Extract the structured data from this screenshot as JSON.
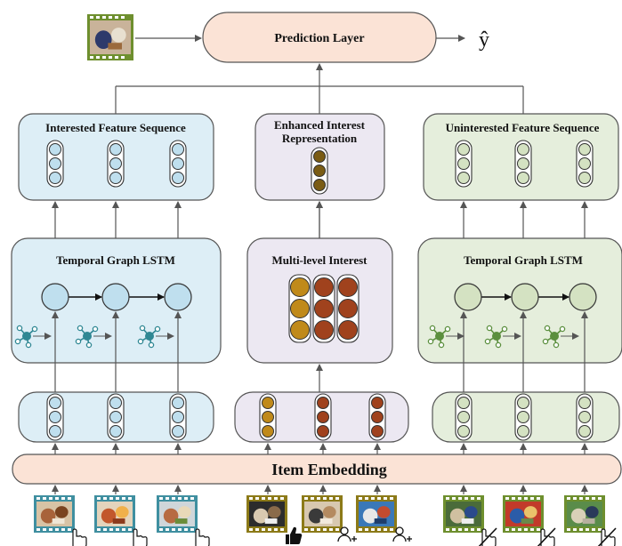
{
  "prediction_layer": {
    "label": "Prediction Layer",
    "output_symbol": "ŷ"
  },
  "interested_sequence": {
    "label": "Interested Feature Sequence"
  },
  "enhanced_interest": {
    "line1": "Enhanced Interest",
    "line2": "Representation"
  },
  "uninterested_sequence": {
    "label": "Uninterested Feature Sequence"
  },
  "left_lstm": {
    "label": "Temporal Graph LSTM"
  },
  "multi_level": {
    "label": "Multi-level Interest"
  },
  "right_lstm": {
    "label": "Temporal Graph LSTM"
  },
  "item_embedding": {
    "label": "Item Embedding"
  },
  "colors": {
    "prediction_fill": "#fbe3d6",
    "embedding_fill": "#fbe3d6",
    "blue_fill": "#ddeef6",
    "blue_node": "#bfdfee",
    "purple_fill": "#ece8f2",
    "green_fill": "#e5eedc",
    "green_node": "#d4e2c2",
    "graph_blue": "#2f8793",
    "graph_green": "#5b8f3e",
    "gold": "#c08a1a",
    "rust": "#a0421d",
    "olive": "#7a5c14"
  },
  "thumbnails": {
    "top": "basketball-photo",
    "interested": [
      "food-photo-1",
      "food-photo-2",
      "food-photo-3"
    ],
    "enhanced": [
      "dance-photo-1",
      "dance-photo-2",
      "dance-photo-3"
    ],
    "uninterested": [
      "sports-photo-1",
      "sports-photo-2",
      "sports-photo-3"
    ]
  },
  "feedback_icons": {
    "interested": [
      "click-icon",
      "click-icon",
      "click-icon"
    ],
    "enhanced": [
      "like-icon",
      "follow-icon",
      "follow-icon"
    ],
    "uninterested": [
      "no-click-icon",
      "no-click-icon",
      "no-click-icon"
    ]
  }
}
